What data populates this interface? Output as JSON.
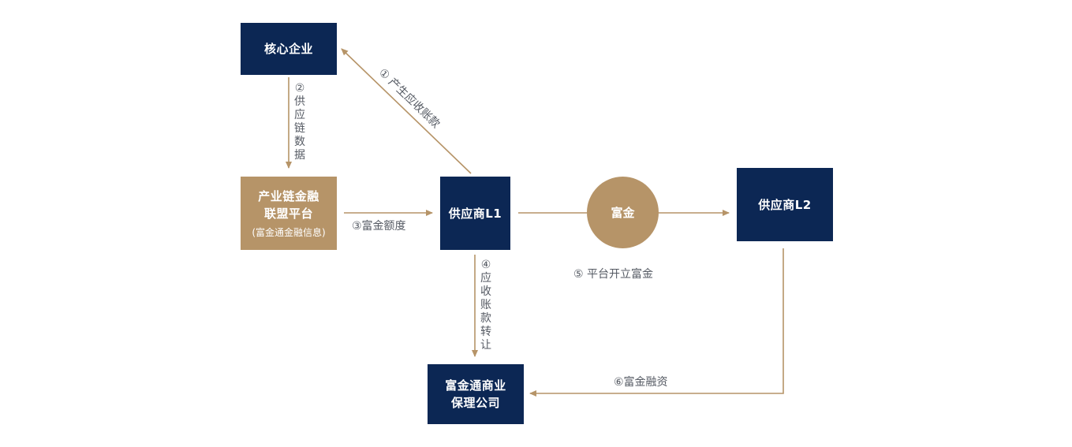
{
  "nodes": {
    "core_enterprise": "核心企业",
    "platform": {
      "line1": "产业链金融",
      "line2": "联盟平台",
      "sub": "(富金通金融信息)"
    },
    "supplier_l1": "供应商L1",
    "fujin": "富金",
    "supplier_l2": "供应商L2",
    "factoring": {
      "line1": "富金通商业",
      "line2": "保理公司"
    }
  },
  "edges": {
    "e1": "① 产生应收账款",
    "e2": "②供应链数据",
    "e3": "③富金额度",
    "e4": "④应收账款转让",
    "e5": "⑤ 平台开立富金",
    "e6": "⑥富金融资"
  },
  "colors": {
    "navy": "#0c2754",
    "gold": "#b69468",
    "arrow": "#b69468",
    "text": "#555a63"
  }
}
